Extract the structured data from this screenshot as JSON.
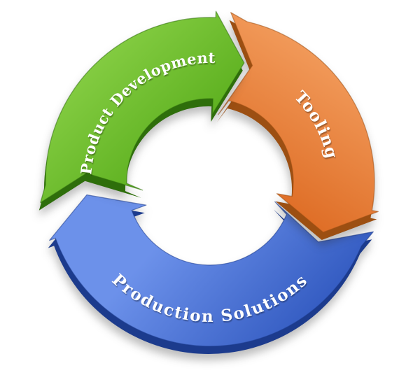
{
  "diagram": {
    "background_color": "#ffffff",
    "flow_direction": "clockwise",
    "label_color": "#ffffff",
    "segments": [
      {
        "id": "product-development",
        "label": "Product Development",
        "position": "top-left",
        "color_light": "#8CD249",
        "color_base": "#4FA613",
        "color_side": "#2E6E0B"
      },
      {
        "id": "tooling",
        "label": "Tooling",
        "position": "right",
        "color_light": "#F29B5B",
        "color_base": "#DD6A22",
        "color_side": "#9C4F12"
      },
      {
        "id": "production-solutions",
        "label": "Production Solutions",
        "position": "bottom",
        "color_light": "#6C91EA",
        "color_base": "#3058BF",
        "color_side": "#1C3B8D"
      }
    ]
  }
}
